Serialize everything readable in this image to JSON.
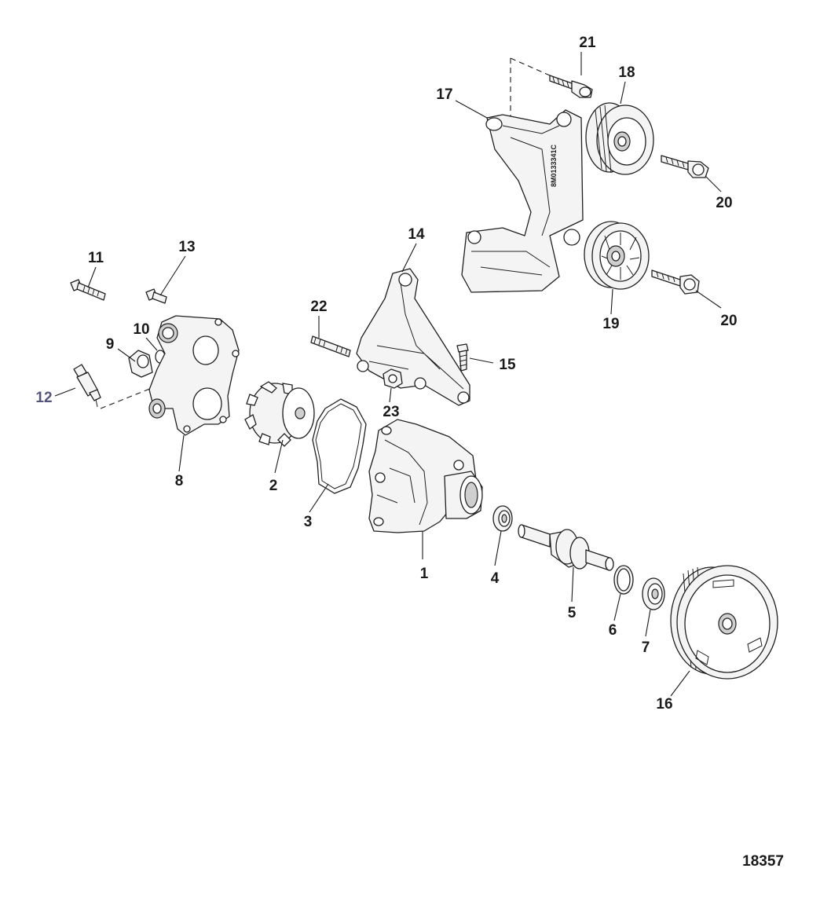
{
  "figure_number": "18357",
  "bracket_stamp": "8M0133341C",
  "callouts": {
    "c1": "1",
    "c2": "2",
    "c3": "3",
    "c4": "4",
    "c5": "5",
    "c6": "6",
    "c7": "7",
    "c8": "8",
    "c9": "9",
    "c10": "10",
    "c11": "11",
    "c12": "12",
    "c13": "13",
    "c14": "14",
    "c15": "15",
    "c16": "16",
    "c17": "17",
    "c18": "18",
    "c19": "19",
    "c20a": "20",
    "c20b": "20",
    "c21": "21",
    "c22": "22",
    "c23": "23"
  },
  "colors": {
    "line": "#1a1a1a",
    "part_fill": "#f4f4f4",
    "callout_12": "#55557a"
  }
}
